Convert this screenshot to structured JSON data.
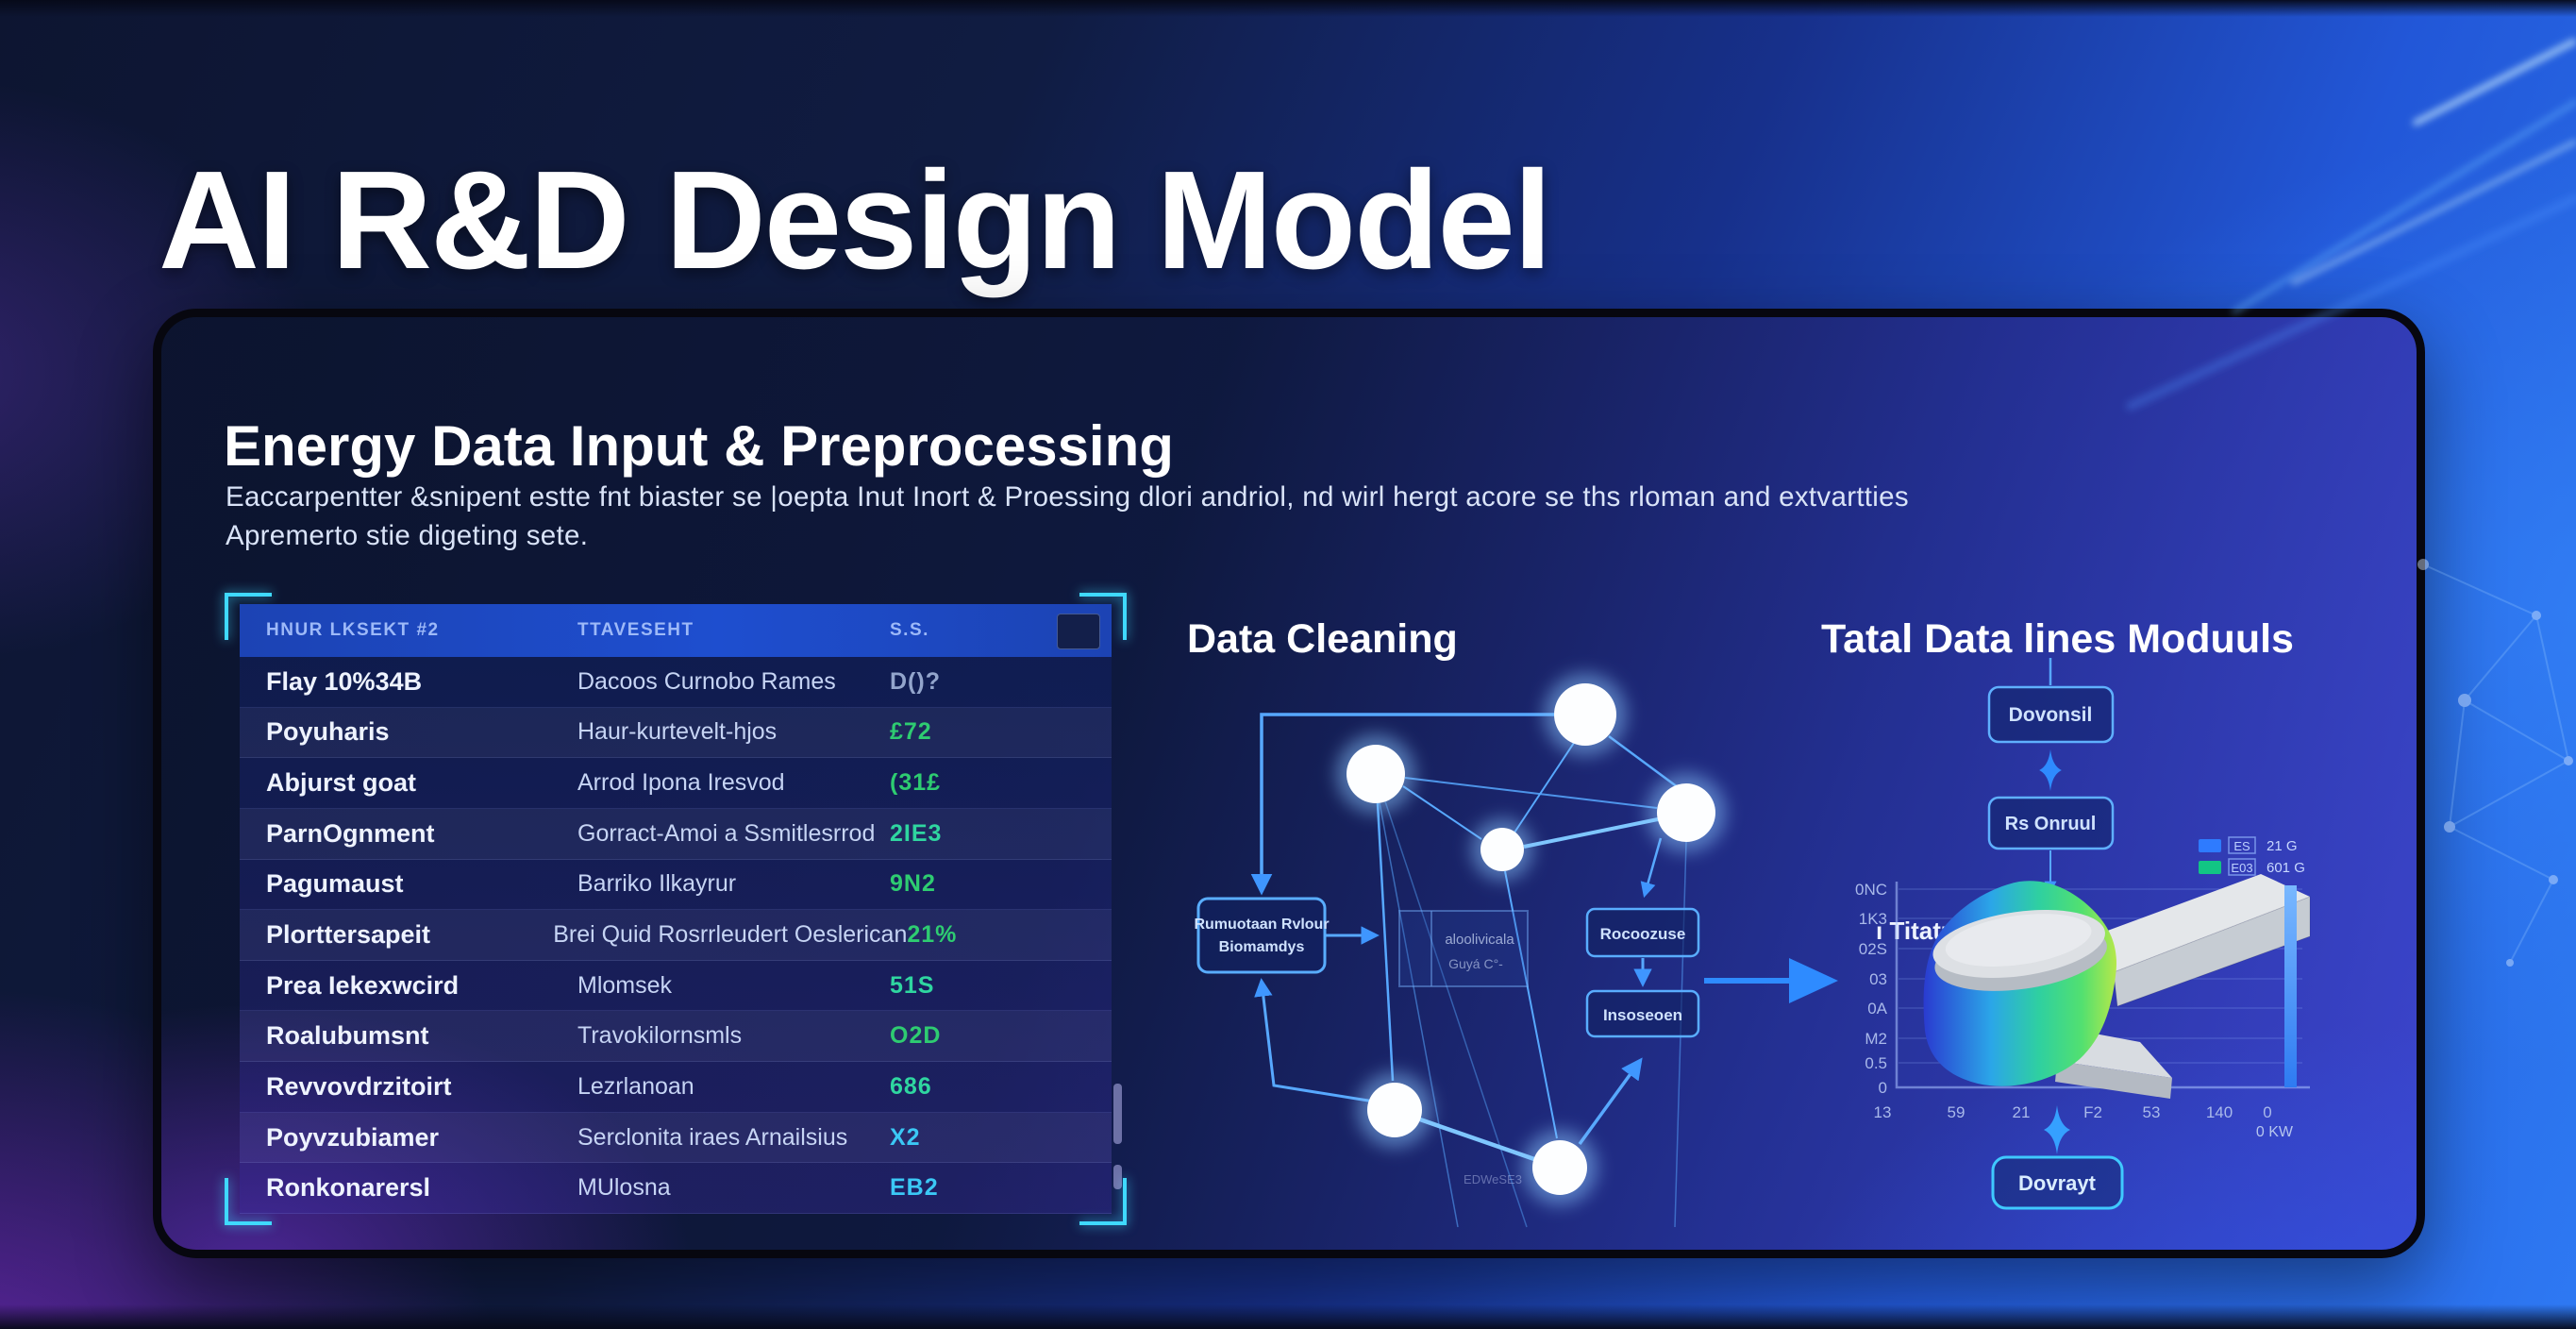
{
  "title": "AI R&D Design Model",
  "panel": {
    "title": "Energy Data Input & Preprocessing",
    "subtitle_line1": "Eaccarpentter &snipent estte fnt biaster se |oepta Inut Inort & Proessing dlori andriol, nd wirl hergt acore se ths rloman and extvartties",
    "subtitle_line2": "Apremerto stie digeting sete."
  },
  "table": {
    "headers": [
      "HNUR LKSEKT #2",
      "TTAVESEHT",
      "S.S."
    ],
    "rows": [
      {
        "name": "Flay 10%34B",
        "desc": "Dacoos Curnobo Rames",
        "value": "D()?",
        "color": "#93a5cc"
      },
      {
        "name": "Poyuharis",
        "desc": "Haur-kurtevelt-hjos",
        "value": "£72",
        "color": "#2ecc71"
      },
      {
        "name": "Abjurst goat",
        "desc": "Arrod Ipona Iresvod",
        "value": "(31£",
        "color": "#2ecc71"
      },
      {
        "name": "ParnOgnment",
        "desc": "Gorract-Amoi a Ssmitlesrrod",
        "value": "2IE3",
        "color": "#2fd6a0"
      },
      {
        "name": "Pagumaust",
        "desc": "Barriko Ilkayrur",
        "value": "9N2",
        "color": "#2ecc71"
      },
      {
        "name": "Plorttersapeit",
        "desc": "Brei Quid Rosrrleudert Oeslerican",
        "value": "21%",
        "color": "#2ecc71"
      },
      {
        "name": "Prea Iekexwcird",
        "desc": "Mlomsek",
        "value": "51S",
        "color": "#2fd6a0"
      },
      {
        "name": "Roalubumsnt",
        "desc": "Travokilornsmls",
        "value": "O2D",
        "color": "#2ecc71"
      },
      {
        "name": "Revvovdrzitoirt",
        "desc": "Lezrlanoan",
        "value": "686",
        "color": "#2fd6a0"
      },
      {
        "name": "Poyvzubiamer",
        "desc": "Serclonita iraes Arnailsius",
        "value": "X2",
        "color": "#3bc8f5"
      },
      {
        "name": "Ronkonarersl",
        "desc": "MUlosna",
        "value": "EB2",
        "color": "#3bc8f5"
      }
    ]
  },
  "flow": {
    "heading": "Data Cleaning",
    "left_box": {
      "line1": "Rumuotaan Rvlour",
      "line2": "Biomamdys"
    },
    "mid_box": {
      "line1": "aloolivicala",
      "line2": "Guyá C°-"
    },
    "right_box_top": "Rocoozuse",
    "right_box_bottom": "Insoseoen",
    "micro_label": "EDWeSE3"
  },
  "right": {
    "heading": "Tatal Data lines Moduuls",
    "box_top": "Dovonsil",
    "box_mid": "Rs Onruul",
    "box_bottom": "Dovrayt"
  },
  "chart": {
    "title": "ı Titatut",
    "y_ticks": [
      "0NC",
      "1K3",
      "02S",
      "03",
      "0A",
      "M2",
      "0.5",
      "0"
    ],
    "x_ticks": [
      "13",
      "59",
      "21",
      "F2",
      "53",
      "140",
      "0"
    ],
    "note": "0 KW",
    "legend": [
      {
        "badge": "ES",
        "label": "21 G",
        "color": "#2e7bff"
      },
      {
        "badge": "E03",
        "label": "601 G",
        "color": "#12c584"
      }
    ]
  },
  "chart_data": {
    "type": "heatmap",
    "title": "ı Titatut",
    "xlabel": "",
    "ylabel": "",
    "x_tick_labels": [
      "13",
      "59",
      "21",
      "F2",
      "53",
      "140",
      "0"
    ],
    "y_tick_labels": [
      "0NC",
      "1K3",
      "02S",
      "03",
      "0A",
      "M2",
      "0.5",
      "0"
    ],
    "legend_entries": [
      "ES 21 G",
      "E03 601 G"
    ],
    "legend_colors": [
      "#2e7bff",
      "#12c584"
    ],
    "grid": true,
    "legend_position": "top-right",
    "annotation": "0 KW"
  },
  "colors": {
    "accent_blue": "#2e8bff",
    "accent_cyan": "#3fd9ff",
    "accent_green": "#12c584"
  }
}
